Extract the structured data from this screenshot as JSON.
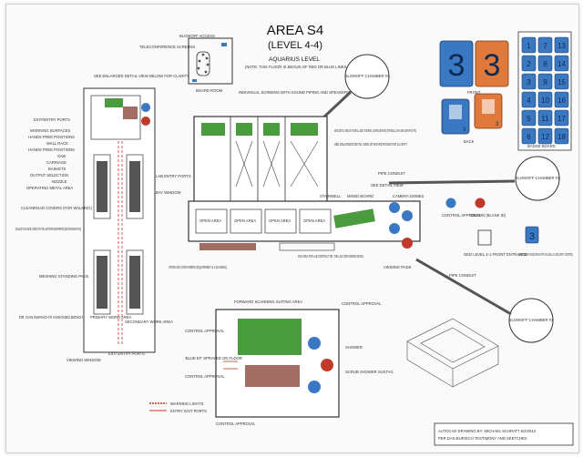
{
  "title": "AREA S4",
  "subtitle": "(LEVEL 4-4)",
  "aquarius": {
    "heading": "AQUARIUS LEVEL",
    "note": "(NOTE: THIS FLOOR IS BEGUN OF RED OR BLUE LINES ON THE FLOOR)"
  },
  "labels": {
    "blowoff_access": "BLOWOFF ACCESS",
    "teleconference": "TELECONFERENCE SCREENS",
    "board_room": "BOARD ROOM",
    "individual_screens": "INDIVIDUAL SCREENS WITH SOUND PIPING AND SPEAKERS",
    "see_enlarged_left": "SEE ENLARGED DETAIL VIEW BELOW FOR CLARITY",
    "exit_entry_ports": "EXIT/ENTRY PORTS",
    "working_surfaces": "WORKING SURFACES",
    "hands_free": "HANDS FREE POSITIONS",
    "wall_race": "WALL RACE",
    "hands_free_2": "HANDS FREE POSITIONS",
    "saw": "SAW",
    "carriage": "CARRIAGE",
    "baskets": "BASKETS",
    "output_selection": "OUTPUT SELECTION",
    "nozzle": "NOZZLE",
    "operating_metal_area": "OPERATING METAL AREA",
    "cleanroad_covers": "CLEANROAD COVERS (FOR WALKING)",
    "sealed_pleasure": "SEALED PLEASURE CONDUITS FOR LAB PROFESSORSPIPES (DECONTAMINATION)",
    "meshing_standing_pads": "MESHING STANDING PADS",
    "dr_dan": "DR. DAN BURISCH'S ASSIGNED BENCH",
    "viewing_window": "VIEWING WINDOW",
    "primary_work_area": "PRIMARY WORK AREA",
    "secondary_work_area": "SECONDARY WORK AREA",
    "exit_entry_ports_2": "EXIT ENTRY PORTS",
    "side_detail": "SIDE DETAIL VIEW OF OVERALL BOLT INTERNAL CONFIGURATION (FOR BELLS, MAX SEE SEPARATE PG)",
    "see_enlarged_board": "SEE ENLARGED DETAIL VIEW OF BOARD ROOM FOR CLARITY",
    "lab_entry": "LAB ENTRY PORTS",
    "bay_window": "BAY WINDOW",
    "see_detail_view": "SEE DETAIL VIEW",
    "camera_domes": "CAMERA DOMES",
    "mixed_board": "MIXED BOARD",
    "stairwell": "STAIRWELL",
    "open_area": "OPEN AREA",
    "viewing_pads": "VIEWING PADS",
    "storage": "STORAGE CONTAINERS (EQUIPMENT & CLEANING)",
    "eso_area": "ESO AREA FOR LAB CONTRACT RD. THE LAB CONTAINERS DESKS",
    "control_approval": "CONTROL APPROVAL",
    "decon": "DECON (BLANK ID)",
    "ged_level": "GED LEVEL 4-1 FRONT ENTRANCE",
    "location_badge": "LOCATION OF BADGE READ-OFF ON LEVEL 4-1 (SECURITY CONTROL)",
    "pipe_conduit": "PIPE CONDUIT",
    "pipe_conduit_2": "PIPE CONDUIT",
    "pipe_conduit_3": "PIPE CONDUIT",
    "forward_scanning": "FORWARD SCANNING SUITING AREA",
    "control_approval_2": "CONTROL APPROVAL",
    "control_approval_3": "CONTROL APPROVAL",
    "shower": "SHOWER",
    "blue_ef": "'BLUE EF' SPRAYED ON FLOOR",
    "control_approval_4": "CONTROL APPROVAL",
    "scrub_shower": "SCRUB SHOWER SUSTAG",
    "control_approval_5": "CONTROL APPROVAL",
    "badge_board": "BADGE BOARD",
    "front": "FRONT",
    "back": "BACK"
  },
  "chambers": [
    {
      "name": "BLOWOFF CHAMBER #2"
    },
    {
      "name": "BLOWOFF CHAMBER #1"
    },
    {
      "name": "BLOWOFF CHAMBER #3"
    }
  ],
  "rooms": [
    "OPEN AREA",
    "OPEN AREA",
    "OPEN AREA",
    "OPEN AREA"
  ],
  "legend": [
    {
      "label": "WARNING LIGHTS",
      "color": "#c0392b"
    },
    {
      "label": "ENTRY EXIT PORTS",
      "color": "#c0392b"
    }
  ],
  "badge": {
    "front_numbers": [
      "3",
      "3"
    ],
    "back_numbers": [
      "3",
      "3"
    ],
    "board_numbers": [
      "1",
      "2",
      "3",
      "4",
      "5",
      "6",
      "7",
      "8",
      "9",
      "10",
      "11",
      "12",
      "13",
      "14",
      "15",
      "16",
      "17",
      "18"
    ],
    "access_number": "3"
  },
  "footer": {
    "line1": "AUTOCAD DRAWING BY: MICHAEL SCHRATT 6/2/2013",
    "line2": "PER DAN BURISCH TESTIMONY AND SKETCHES"
  },
  "colors": {
    "badge_blue": "#3b78c2",
    "badge_orange": "#e07a3c",
    "bench_green": "#4a9a3e",
    "warning_red": "#c0392b",
    "line_dark": "#333333"
  }
}
